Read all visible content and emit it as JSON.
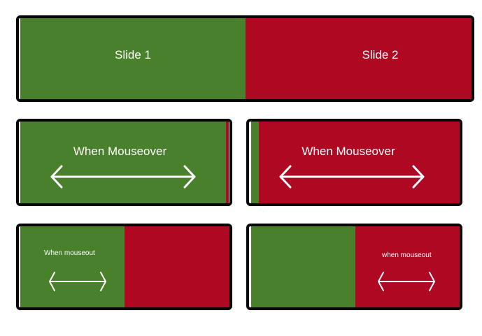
{
  "colors": {
    "green": "#48802b",
    "red": "#ae0822",
    "border": "#050505",
    "text": "#ffffff"
  },
  "diagram": {
    "top_row": {
      "slide1_label": "Slide 1",
      "slide2_label": "Slide 2"
    },
    "middle_row": {
      "left_label": "When Mouseover",
      "left_icon": "double-arrow-icon",
      "right_label": "When Mouseover",
      "right_icon": "double-arrow-icon"
    },
    "bottom_row": {
      "left_label": "When mouseout",
      "left_icon": "double-arrow-icon",
      "right_label": "when mouseout",
      "right_icon": "double-arrow-icon"
    }
  }
}
